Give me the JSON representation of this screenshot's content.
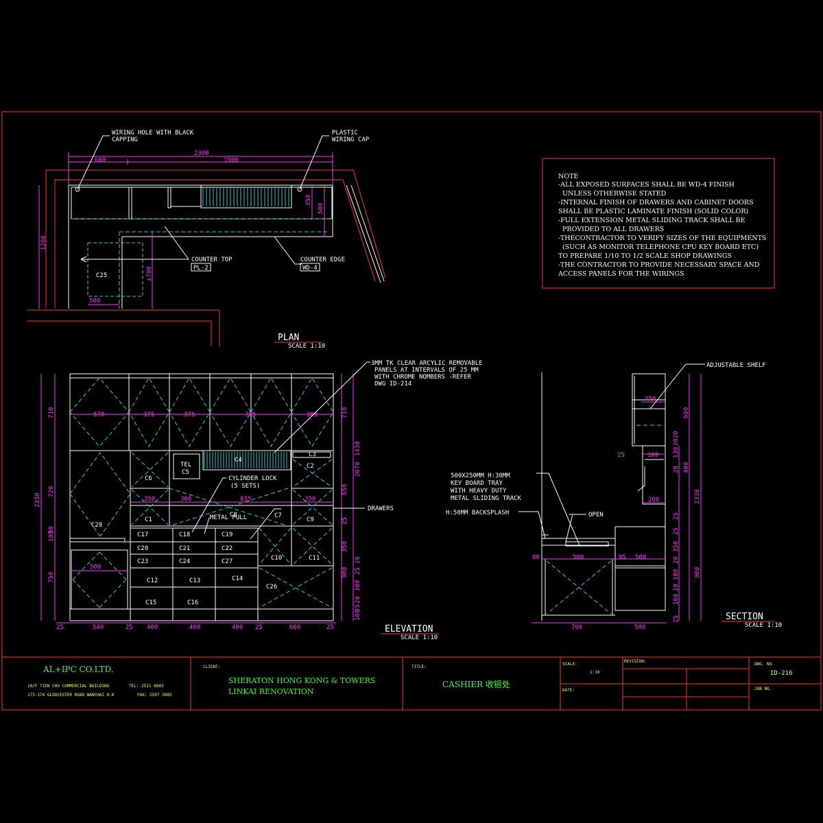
{
  "plan": {
    "label": "PLAN",
    "scale": "SCALE 1:10",
    "callouts": {
      "wiring_hole": [
        "WIRING HOLE WITH BLACK",
        "CAPPING"
      ],
      "plastic_cap": [
        "PLASTIC",
        "WIRING CAP"
      ],
      "counter_top": "COUNTER TOP",
      "counter_top_code": "PL-2",
      "counter_edge": "COUNTER EDGE",
      "counter_edge_code": "WD-4"
    },
    "dims": [
      "2300",
      "600",
      "1900",
      "1200",
      "350",
      "500",
      "500",
      "±700"
    ],
    "tags": [
      "C25"
    ]
  },
  "notes": {
    "lines": [
      "NOTE",
      "-ALL EXPOSED SURFACES SHALL BE WD-4 FINISH",
      "  UNLESS OTHERWISE STATED",
      "-INTERNAL FINISH OF DRAWERS AND CABINET DOORS",
      "SHALL BE PLASTIC LAMINATE FINISH (SOLID COLOR)",
      "-FULL EXTENSION METAL SLIDING TRACK SHALL BE",
      "  PROVIDED TO ALL DRAWERS",
      "-THECONTRACTOR TO VERIFY SIZES OF THE EQUIPMENTS",
      "  (SUCH AS MONITOR TELEPHONE CPU KEY BOARD ETC)",
      "TO PREPARE 1/10 TO 1/2 SCALE SHOP DRAWINGS",
      "-THE CONTRACTOR TO PROVIDE NECESSARY SPACE AND",
      "ACCESS PANELS FOR THE WIRINGS"
    ]
  },
  "elevation": {
    "label": "ELEVATION",
    "scale": "SCALE 1:10",
    "callouts": {
      "acrylic": [
        "3MM TK CLEAR ARCYLIC REMOVABLE",
        "PANELS AT INTERVALS OF 25 MM",
        "WITH CHROME NOMBERS  -REFER",
        "DWG ID-214"
      ],
      "cylinder_lock": [
        "CYLINDER LOCK",
        "(5 SETS)"
      ],
      "metal_pull": "METAL PULL",
      "drawers": "DRAWERS",
      "tel": [
        "TEL",
        "C5"
      ]
    },
    "top_dims": [
      "578",
      "375",
      "375",
      "785",
      "388"
    ],
    "mid_dims": [
      "350",
      "300",
      "835",
      "350"
    ],
    "bottom_dims": [
      "25",
      "540",
      "25",
      "400",
      "400",
      "400",
      "25",
      "660",
      "25"
    ],
    "left_dims": [
      "2350",
      "710",
      "720",
      "50",
      "100",
      "750"
    ],
    "right_dims_inner": [
      "710",
      "650",
      "25",
      "350",
      "900"
    ],
    "right_dims_outer": [
      "1430",
      "2070",
      "20",
      "25",
      "380",
      "20",
      "25",
      "100"
    ],
    "w500": "500",
    "tags": [
      "C1",
      "C2",
      "C3",
      "C4",
      "C6",
      "C7",
      "C8",
      "C9",
      "C10",
      "C11",
      "C12",
      "C13",
      "C14",
      "C15",
      "C16",
      "C17",
      "C18",
      "C19",
      "C20",
      "C21",
      "C22",
      "C23",
      "C24",
      "C26",
      "C27",
      "C28"
    ]
  },
  "section": {
    "label": "SECTION",
    "scale": "SCALE 1:10",
    "callouts": {
      "shelf": "ADJUSTABLE SHELF",
      "tray": [
        "500X250MM H:30MM",
        "KEY BOARD TRAY",
        "WITH HEAVY DUTY",
        "METAL SLIDING TRACK"
      ],
      "backsplash": "H:50MM BACKSPLASH",
      "open": "OPEN"
    },
    "dims": [
      "350",
      "690",
      "25",
      "100",
      "200",
      "2330",
      "20",
      "130",
      "2020",
      "400",
      "25",
      "25",
      "350",
      "20",
      "180",
      "20",
      "160",
      "900",
      "80",
      "500",
      "95",
      "500",
      "700",
      "500",
      "25"
    ]
  },
  "title_block": {
    "company": "AL+IPC   CO.LTD.",
    "addr1": "10/F TIEN CHU COMMERCIAL BUILDING",
    "addr2": "173-174 GLOUCESTER ROAD WANCHAI H.K",
    "tel": "TEL: 2511 6803",
    "fax": "FAX: 2507 3085",
    "client_label": "CLIENT:",
    "client1": "SHERATON HONG KONG & TOWERS",
    "client2": "LINKAI RENOVATION",
    "title_label": "TITLE:",
    "title": "CASHIER  收银处",
    "scale_label": "SCALE:",
    "scale": "1:10",
    "date_label": "DATE:",
    "revision_label": "REVISION:",
    "dwg_label": "DWG. NO.",
    "dwg_no": "ID-216",
    "job_label": "JOB NO."
  },
  "colors": {
    "frame": "#ff3333",
    "dim": "#ff33ff",
    "hatch": "#33cccc",
    "object": "#ffffff",
    "text_green": "#33ff33",
    "text_yellow": "#ffff33"
  }
}
